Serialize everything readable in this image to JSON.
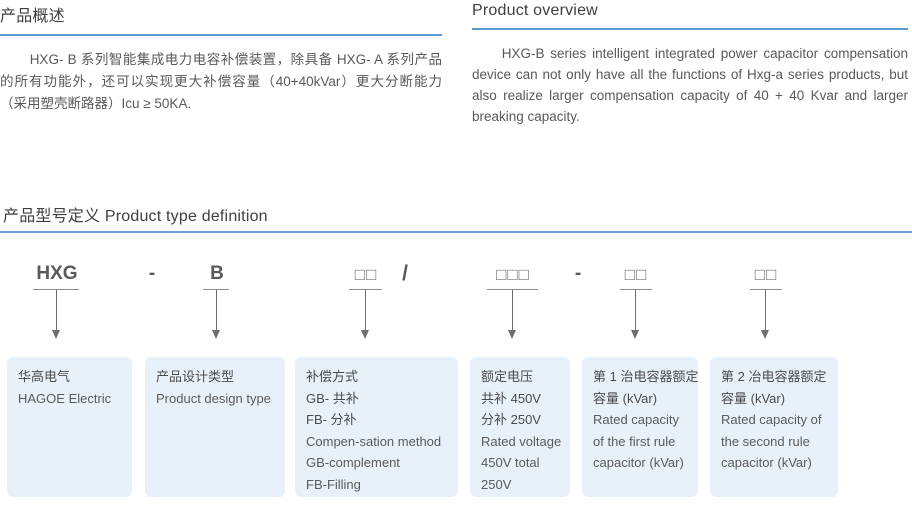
{
  "colors": {
    "accent_underline": "#5b9bd5",
    "section_underline": "#69a4d9",
    "box_background": "#e8f1fa",
    "code_text": "#58595b",
    "body_text": "#58595b"
  },
  "overview_zh": {
    "title": "产品概述",
    "body": "HXG- B 系列智能集成电力电容补偿装置，除具备 HXG- A 系列产品的所有功能外，还可以实现更大补偿容量（40+40kVar）更大分断能力（采用塑壳断路器）Icu ≥ 50KA."
  },
  "overview_en": {
    "title": "Product overview",
    "body": "HXG-B series intelligent integrated power capacitor compensation device can not only have all the functions of Hxg-a series products, but also realize larger compensation capacity of 40 + 40 Kvar and larger breaking capacity."
  },
  "type_definition": {
    "heading": "产品型号定义 Product type definition",
    "code_parts": [
      {
        "text": "HXG"
      },
      {
        "text": "-"
      },
      {
        "text": "B"
      },
      {
        "text": "□□"
      },
      {
        "text": "/"
      },
      {
        "text": "□□□"
      },
      {
        "text": "-"
      },
      {
        "text": "□□"
      },
      {
        "text": "□□"
      }
    ],
    "boxes": [
      {
        "lines": [
          "华高电气",
          "HAGOE Electric"
        ]
      },
      {
        "lines": [
          "产品设计类型",
          "Product design type"
        ]
      },
      {
        "lines": [
          "补偿方式",
          "GB- 共补",
          "FB- 分补",
          "Compen-sation method",
          "GB-complement",
          "FB-Filling"
        ]
      },
      {
        "lines": [
          "额定电压",
          "共补 450V",
          "分补 250V",
          "Rated voltage",
          "450V total",
          "250V"
        ]
      },
      {
        "lines": [
          "第 1 治电容器额定",
          "容量 (kVar)",
          "Rated capacity",
          "of the first rule",
          "capacitor (kVar)"
        ]
      },
      {
        "lines": [
          "第 2 冶电容器额定",
          "容量 (kVar)",
          "Rated capacity of",
          "the second rule",
          "capacitor (kVar)"
        ]
      }
    ]
  }
}
